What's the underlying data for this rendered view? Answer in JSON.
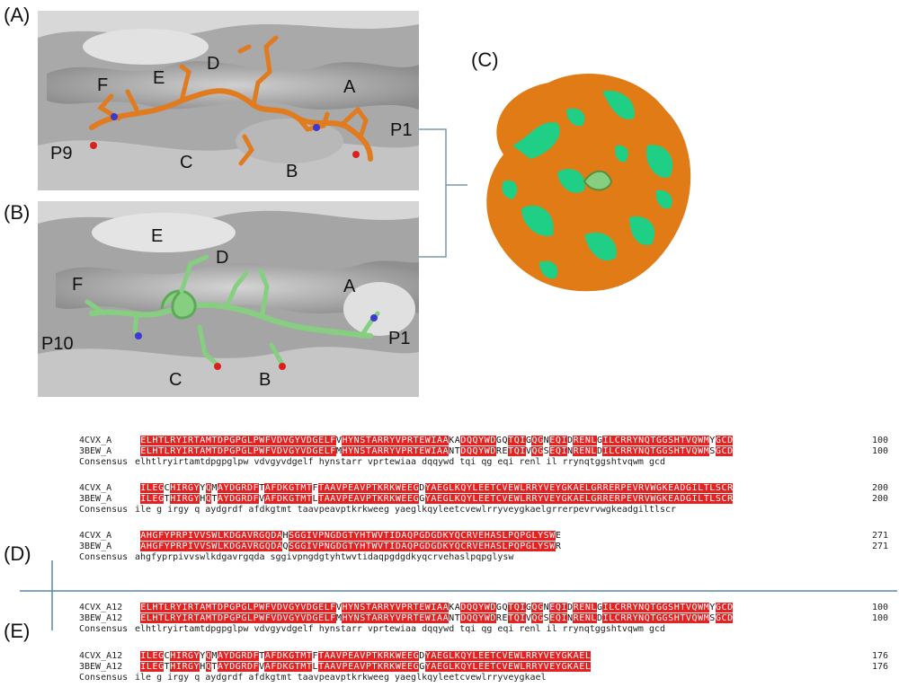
{
  "panels": {
    "a": {
      "label": "(A)",
      "residue_labels": [
        "F",
        "E",
        "D",
        "A",
        "P9",
        "C",
        "B",
        "P1"
      ]
    },
    "b": {
      "label": "(B)",
      "residue_labels": [
        "E",
        "D",
        "F",
        "A",
        "P10",
        "P1",
        "C",
        "B"
      ]
    },
    "c": {
      "label": "(C)"
    },
    "d": {
      "label": "(D)"
    },
    "e": {
      "label": "(E)"
    }
  },
  "colors": {
    "peptide_a": "#e07b1f",
    "peptide_b": "#86cf80",
    "surface_orange": "#e07b15",
    "surface_green": "#1fcf85",
    "highlight": "#e32222",
    "pocket_gray": "#9d9d9d"
  },
  "alignment_d": {
    "blocks": [
      {
        "rows": [
          {
            "label": "4CVX_A",
            "seq": "ELHTLRYIRTAMTDPGPGLPWFVDVGYVDGELFVHYNSTARRYVPRTEWIAAKADQQYWDGQTQIGQGNEQIDRENLGILCRRYNQTGGSHTVQWMYGCD",
            "end": "100"
          },
          {
            "label": "3BEW_A",
            "seq": "ELHTLRYIRTAMTDPGPGLPWFVDVGYVDGELFMHYNSTARRYVPRTEWIAANTDQQYWDRETQIVQGSEQINRENLDILCRRYNQTGGSHTVQWMSGCD",
            "end": "100"
          },
          {
            "label": "Consensus",
            "con": "elhtlryirtamtdpgpglpw vdvgyvdgelf hynstarr vprtewiaa  dqqywd  tqi qg eqi renl il rrynqtggshtvqwm gcd"
          }
        ]
      },
      {
        "rows": [
          {
            "label": "4CVX_A",
            "seq": "ILEGCHIRGYYQMAYDGRDFTAFDKGTMTFTAAVPEAVPTKRKWEEGDYAEGLKQYLEETCVEWLRRYVEYGKAELGRRERPEVRVWGKEADGILTLSCR",
            "end": "200"
          },
          {
            "label": "3BEW_A",
            "seq": "ILEGTHIRGYHQTAYDGRDFVAFDKGTMTLTAAVPEAVPTKRKWEEGGYAEGLKQYLEETCVEWLRRYVEYGKAELGRRERPEVRVWGKEADGILTLSCR",
            "end": "200"
          },
          {
            "label": "Consensus",
            "con": "ile g irgy  q aydgrdf afdkgtmt taavpeavptkrkweeg yaeglkqyleetcvewlrryveygkaelgrrerpevrvwgkeadgiltlscr"
          }
        ]
      },
      {
        "rows": [
          {
            "label": "4CVX_A",
            "seq": "AHGFYPRPIVVSWLKDGAVRGQDAHSGGIVPNGDGTYHTWVTIDAQPGDGDKYQCRVEHASLPQPGLYSWE",
            "end": "271"
          },
          {
            "label": "3BEW_A",
            "seq": "AHGFYPRPIVVSWLKDGAVRGQDAQSGGIVPNGDGTYHTWVTIDAQPGDGDKYQCRVEHASLPQPGLYSWR",
            "end": "271"
          },
          {
            "label": "Consensus",
            "con": "ahgfyprpivvswlkdgavrgqda sggivpngdgtyhtwvtidaqpgdgdkyqcrvehaslpqpglysw"
          }
        ]
      }
    ]
  },
  "alignment_e": {
    "blocks": [
      {
        "rows": [
          {
            "label": "4CVX_A12",
            "seq": "ELHTLRYIRTAMTDPGPGLPWFVDVGYVDGELFVHYNSTARRYVPRTEWIAAKADQQYWDGQTQIGQGNEQIDRENLGILCRRYNQTGGSHTVQWMYGCD",
            "end": "100"
          },
          {
            "label": "3BEW_A12",
            "seq": "ELHTLRYIRTAMTDPGPGLPWFVDVGYVDGELFMHYNSTARRYVPRTEWIAANTDQQYWDRETQIVQGSEQINRENLDILCRRYNQTGGSHTVQWMSGCD",
            "end": "100"
          },
          {
            "label": "Consensus",
            "con": "elhtlryirtamtdpgpglpw vdvgyvdgelf hynstarr vprtewiaa  dqqywd  tqi qg eqi renl il rrynqtggshtvqwm gcd"
          }
        ]
      },
      {
        "rows": [
          {
            "label": "4CVX_A12",
            "seq": "ILEGCHIRGYYQMAYDGRDFTAFDKGTMTFTAAVPEAVPTKRKWEEGDYAEGLKQYLEETCVEWLRRYVEYGKAEL",
            "end": "176"
          },
          {
            "label": "3BEW_A12",
            "seq": "ILEGTHIRGYHQTAYDGRDFVAFDKGTMTLTAAVPEAVPTKRKWEEGGYAEGLKQYLEETCVEWLRRYVEYGKAEL",
            "end": "176"
          },
          {
            "label": "Consensus",
            "con": "ile g irgy  q aydgrdf afdkgtmt taavpeavptkrkweeg yaeglkqyleetcvewlrryveygkael"
          }
        ]
      }
    ]
  }
}
